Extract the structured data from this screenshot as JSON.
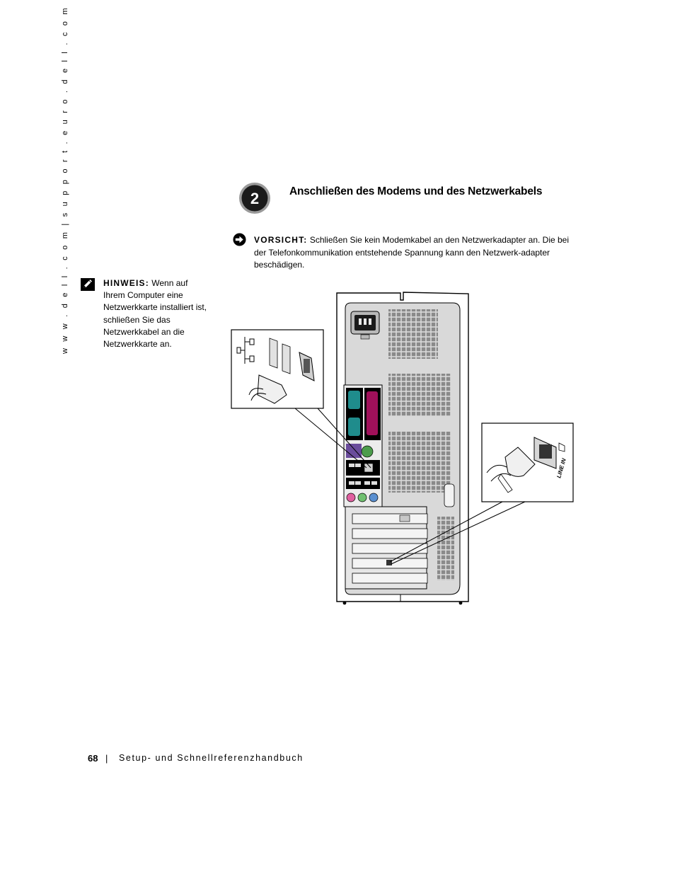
{
  "sidebar": {
    "url": "w w w . d e l l . c o m   |   s u p p o r t . e u r o . d e l l . c o m"
  },
  "step": {
    "number": "2",
    "title": "Anschließen des Modems und des Netzwerkabels"
  },
  "caution": {
    "label": "VORSICHT:",
    "text": " Schließen Sie kein Modemkabel an den Netzwerkadapter an. Die bei der Telefonkommunikation entstehende Spannung kann den Netzwerk-adapter beschädigen."
  },
  "note": {
    "label": "HINWEIS:",
    "text": " Wenn auf Ihrem Computer eine Netzwerkkarte installiert ist, schließen Sie das Netzwerkkabel an die Netzwerkkarte an."
  },
  "figure": {
    "modem_port_label": "LINE IN",
    "colors": {
      "serial": "#1f8c8c",
      "parallel": "#a0105a",
      "keyboard": "#6a4c9c",
      "mouse": "#4c9c4c",
      "audio_pink": "#e060a0",
      "audio_green": "#70c070",
      "audio_blue": "#5a8fd0"
    }
  },
  "footer": {
    "page_number": "68",
    "separator": "|",
    "title": "Setup- und Schnellreferenzhandbuch"
  }
}
